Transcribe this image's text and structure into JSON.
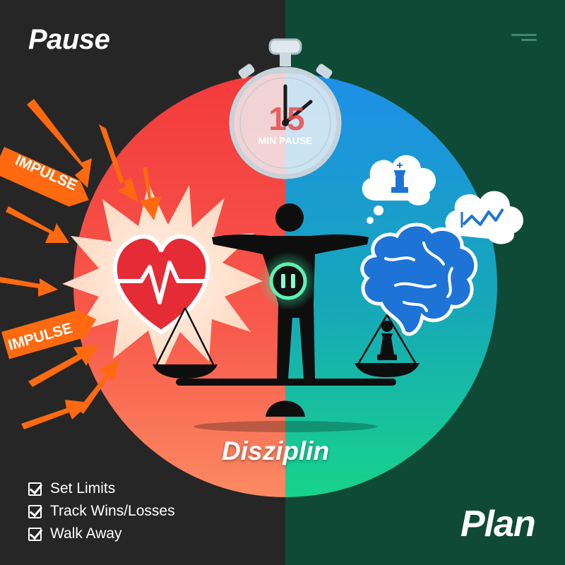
{
  "headline_left": "Pause",
  "headline_right": "Plan",
  "center_word": "Disziplin",
  "timer": {
    "number": "15",
    "caption": "MIN PAUSE"
  },
  "impulse_labels": [
    "IMPULSE",
    "IMPULSE"
  ],
  "checklist": [
    {
      "label": "Set Limits"
    },
    {
      "label": "Track Wins/Losses"
    },
    {
      "label": "Walk Away"
    }
  ],
  "icons": {
    "heart": "heartbeat-heart-icon",
    "brain": "brain-icon",
    "chess_cloud": "chess-king-thought-icon",
    "chart_cloud": "trend-chart-thought-icon",
    "pause": "pause-icon",
    "stopwatch": "stopwatch-icon",
    "scale": "balance-scale-icon",
    "menu": "menu-icon"
  },
  "colors": {
    "left_bg": "#262626",
    "right_bg": "#0f4a36",
    "red": "#f23c3c",
    "blue": "#1e8fe8",
    "green": "#18c98a",
    "orange": "#ff6a10",
    "pause_glow": "#22e39a"
  }
}
